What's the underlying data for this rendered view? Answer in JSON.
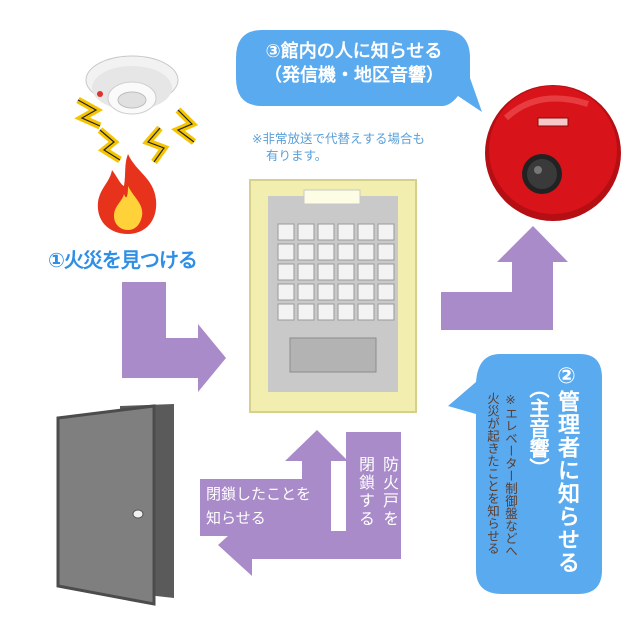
{
  "bubble3": {
    "line1": "③館内の人に知らせる",
    "line2": "（発信機・地区音響）",
    "note_line1": "※非常放送で代替えする場合も",
    "note_line2": "有ります。"
  },
  "step1": {
    "label": "①火災を見つける"
  },
  "bubble2": {
    "title": "②管理者に知らせる",
    "subtitle": "（主音響）",
    "note_line1": "※エレベーター制御盤などへ",
    "note_line2": "火災が起きたことを知らせる"
  },
  "door_arrows": {
    "close_label": "防火戸を閉鎖する",
    "close_line1": "防火戸を",
    "close_line2": "閉鎖する",
    "notify_line1": "閉鎖したことを",
    "notify_line2": "知らせる"
  },
  "colors": {
    "arrow": "#a98bc9",
    "bubble": "#5aaaf0",
    "panel": "#f2eeb0",
    "fire": "#e8331c",
    "spark": "#f5c400",
    "alarm_red": "#d9131a",
    "door": "#7f7f7f"
  },
  "icons": [
    "smoke-detector-icon",
    "fire-icon",
    "alarm-bell-icon",
    "control-panel-icon",
    "fire-door-icon"
  ]
}
